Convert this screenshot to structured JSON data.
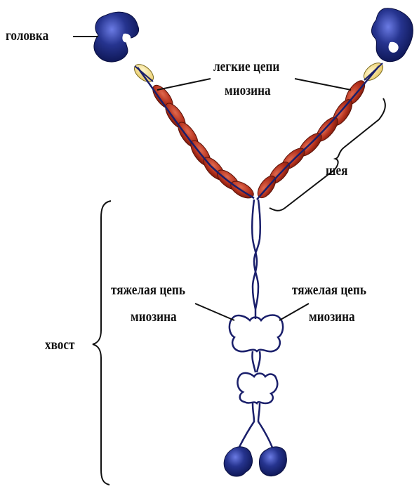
{
  "labels": {
    "head": "головка",
    "light_chain": [
      "легкие цепи",
      "миозина"
    ],
    "neck": "шея",
    "heavy_chain_left": [
      "тяжелая цепь",
      "миозина"
    ],
    "heavy_chain_right": [
      "тяжелая цепь",
      "миозина"
    ],
    "tail": "хвост"
  },
  "colors": {
    "head_fill": "#1c2a78",
    "head_highlight": "#5a6ad8",
    "light_chain_yellow": "#f3df8e",
    "light_chain_red": "#b5301c",
    "heavy_chain_stroke": "#1a1f6b",
    "leader_line": "#111111"
  }
}
